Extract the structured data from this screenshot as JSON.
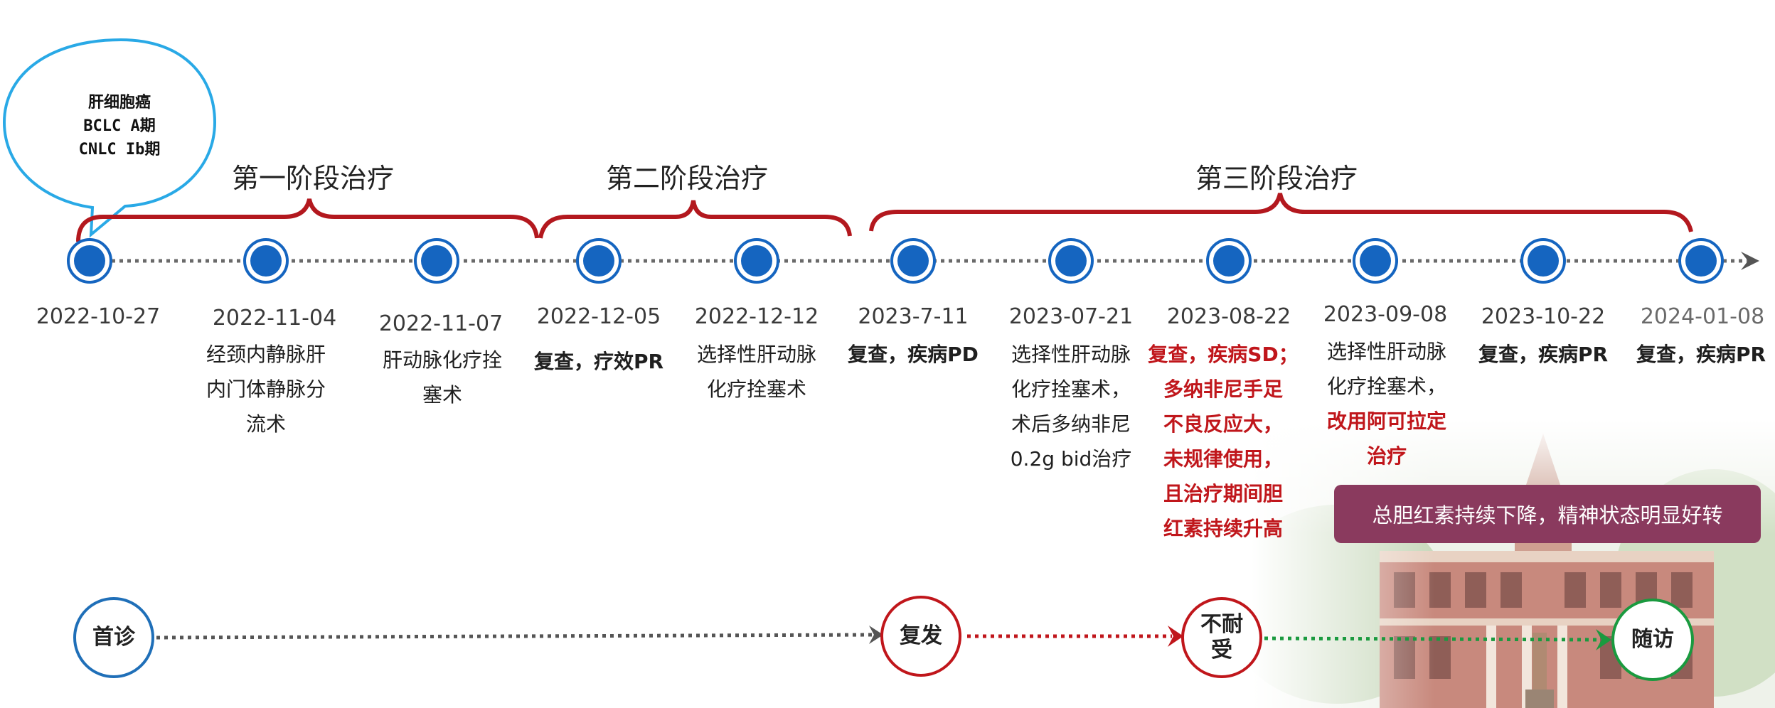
{
  "diagnosis": {
    "line1": "肝细胞癌",
    "line2": "BCLC A期",
    "line3": "CNLC Ib期"
  },
  "phases": [
    {
      "label": "第一阶段治疗"
    },
    {
      "label": "第二阶段治疗"
    },
    {
      "label": "第三阶段治疗"
    }
  ],
  "events": [
    {
      "date": "2022-10-27",
      "desc": []
    },
    {
      "date": "2022-11-04",
      "desc": [
        "经颈内静脉肝",
        "内门体静脉分",
        "流术"
      ]
    },
    {
      "date": "2022-11-07",
      "desc": [
        "肝动脉化疗拴",
        "塞术"
      ]
    },
    {
      "date": "2022-12-05",
      "desc": [
        "复查，疗效PR"
      ]
    },
    {
      "date": "2022-12-12",
      "desc": [
        "选择性肝动脉",
        "化疗拴塞术"
      ]
    },
    {
      "date": "2023-7-11",
      "desc": [
        "复查，疾病PD"
      ]
    },
    {
      "date": "2023-07-21",
      "desc": [
        "选择性肝动脉",
        "化疗拴塞术，",
        "术后多纳非尼",
        "0.2g bid治疗"
      ]
    },
    {
      "date": "2023-08-22",
      "desc": [
        "复查，疾病SD；",
        "多纳非尼手足",
        "不良反应大，",
        "未规律使用，",
        "且治疗期间胆",
        "红素持续升高"
      ]
    },
    {
      "date": "2023-09-08",
      "desc": [
        "选择性肝动脉",
        "化疗拴塞术，"
      ],
      "desc_red": [
        "改用阿可拉定",
        "治疗"
      ]
    },
    {
      "date": "2023-10-22",
      "desc": [
        "复查，疾病PR"
      ]
    },
    {
      "date": "2024-01-08",
      "desc": [
        "复查，疾病PR"
      ]
    }
  ],
  "note": "总胆红素持续下降，精神状态明显好转",
  "stages": [
    {
      "label": "首诊"
    },
    {
      "label": "复发"
    },
    {
      "label": "不耐\n受"
    },
    {
      "label": "随访"
    }
  ],
  "colors": {
    "node_blue": "#1565c0",
    "brace_red": "#b3181e",
    "bubble_border": "#29a9e6",
    "stage_blue": "#1f6fb8",
    "stage_red": "#c0161b",
    "stage_green": "#1a9a3f",
    "note_bg": "#8a3a5e"
  }
}
